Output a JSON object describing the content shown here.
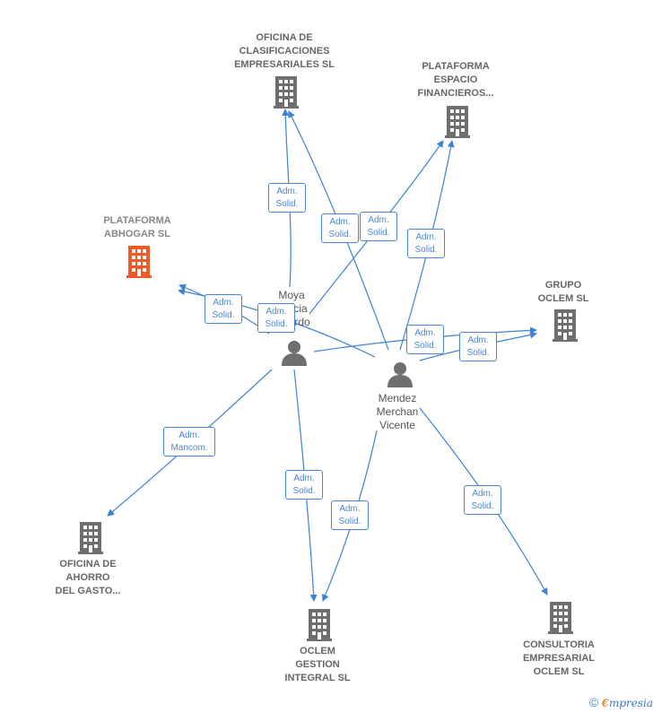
{
  "nodes": {
    "oficina_clasificaciones": {
      "label": "OFICINA DE\nCLASIFICACIONES\nEMPRESARIALES SL",
      "type": "company"
    },
    "plataforma_espacio": {
      "label": "PLATAFORMA\nESPACIO\nFINANCIEROS...",
      "type": "company"
    },
    "plataforma_abhogar": {
      "label": "PLATAFORMA\nABHOGAR  SL",
      "type": "company-focus"
    },
    "grupo_oclem": {
      "label": "GRUPO\nOCLEM SL",
      "type": "company"
    },
    "moya": {
      "label": "Moya\nGarcia\nRicardo",
      "type": "person"
    },
    "mendez": {
      "label": "Mendez\nMerchan\nVicente",
      "type": "person"
    },
    "oficina_ahorro": {
      "label": "OFICINA DE\nAHORRO\nDEL GASTO...",
      "type": "company"
    },
    "oclem_gestion": {
      "label": "OCLEM\nGESTION\nINTEGRAL SL",
      "type": "company"
    },
    "consultoria": {
      "label": "CONSULTORIA\nEMPRESARIAL\nOCLEM  SL",
      "type": "company"
    }
  },
  "relations": {
    "r1": "Adm.\nSolid.",
    "r2": "Adm.\nSolid.",
    "r3": "Adm.\nSolid.",
    "r4": "Adm.\nSolid.",
    "r5": "Adm.\nSolid.",
    "r6": "Adm.\nSolid.",
    "r7": "Adm.\nSolid.",
    "r8": "Adm.\nSolid.",
    "r9": "Adm.\nMancom.",
    "r10": "Adm.\nSolid.",
    "r11": "Adm.\nSolid.",
    "r12": "Adm.\nSolid."
  },
  "colors": {
    "edge": "#3d82d6",
    "company": "#666666",
    "focus": "#f05a28",
    "person": "#666666"
  },
  "footer": {
    "copyright": "©",
    "brand_e": "€",
    "brand_rest": "mpresia"
  }
}
